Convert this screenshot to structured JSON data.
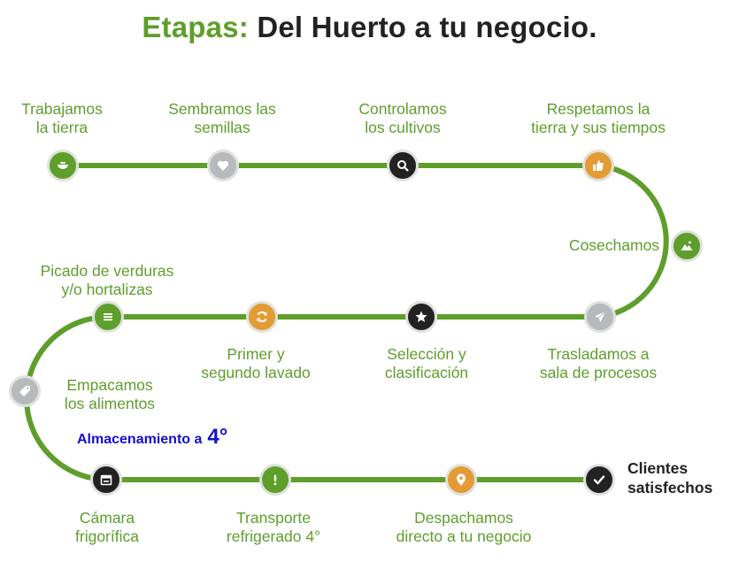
{
  "title": {
    "accent": "Etapas:",
    "rest": "Del Huerto a tu negocio."
  },
  "colors": {
    "green": "#5e9e2b",
    "orange": "#e59b35",
    "gray": "#b7b9bd",
    "dark": "#222222",
    "blue": "#1010d0"
  },
  "steps": [
    {
      "line1": "Trabajamos",
      "line2": "la tierra",
      "icon": "bowl-icon",
      "color": "green"
    },
    {
      "line1": "Sembramos las",
      "line2": "semillas",
      "icon": "heart-icon",
      "color": "gray"
    },
    {
      "line1": "Controlamos",
      "line2": "los cultivos",
      "icon": "search-icon",
      "color": "dark"
    },
    {
      "line1": "Respetamos la",
      "line2": "tierra y sus tiempos",
      "icon": "thumbs-up-icon",
      "color": "orange"
    },
    {
      "line1": "Cosechamos",
      "line2": "",
      "icon": "mountain-icon",
      "color": "green"
    },
    {
      "line1": "Trasladamos a",
      "line2": "sala de procesos",
      "icon": "paper-plane-icon",
      "color": "gray"
    },
    {
      "line1": "Selección y",
      "line2": "clasificación",
      "icon": "star-icon",
      "color": "dark"
    },
    {
      "line1": "Primer y",
      "line2": "segundo lavado",
      "icon": "refresh-icon",
      "color": "orange"
    },
    {
      "line1": "Picado de verduras",
      "line2": "y/o hortalizas",
      "icon": "list-icon",
      "color": "green"
    },
    {
      "line1": "Empacamos",
      "line2": "los alimentos",
      "icon": "tag-icon",
      "color": "gray"
    },
    {
      "line1": "Cámara",
      "line2": "frigorífica",
      "icon": "calendar-icon",
      "color": "dark"
    },
    {
      "line1": "Transporte",
      "line2": "refrigerado 4°",
      "icon": "exclamation-icon",
      "color": "green"
    },
    {
      "line1": "Despachamos",
      "line2": "directo a tu negocio",
      "icon": "map-pin-icon",
      "color": "orange"
    }
  ],
  "final_step": {
    "line1": "Clientes",
    "line2": "satisfechos",
    "icon": "check-icon",
    "color": "dark"
  },
  "storage_note": {
    "text": "Almacenamiento a",
    "value": "4°"
  }
}
